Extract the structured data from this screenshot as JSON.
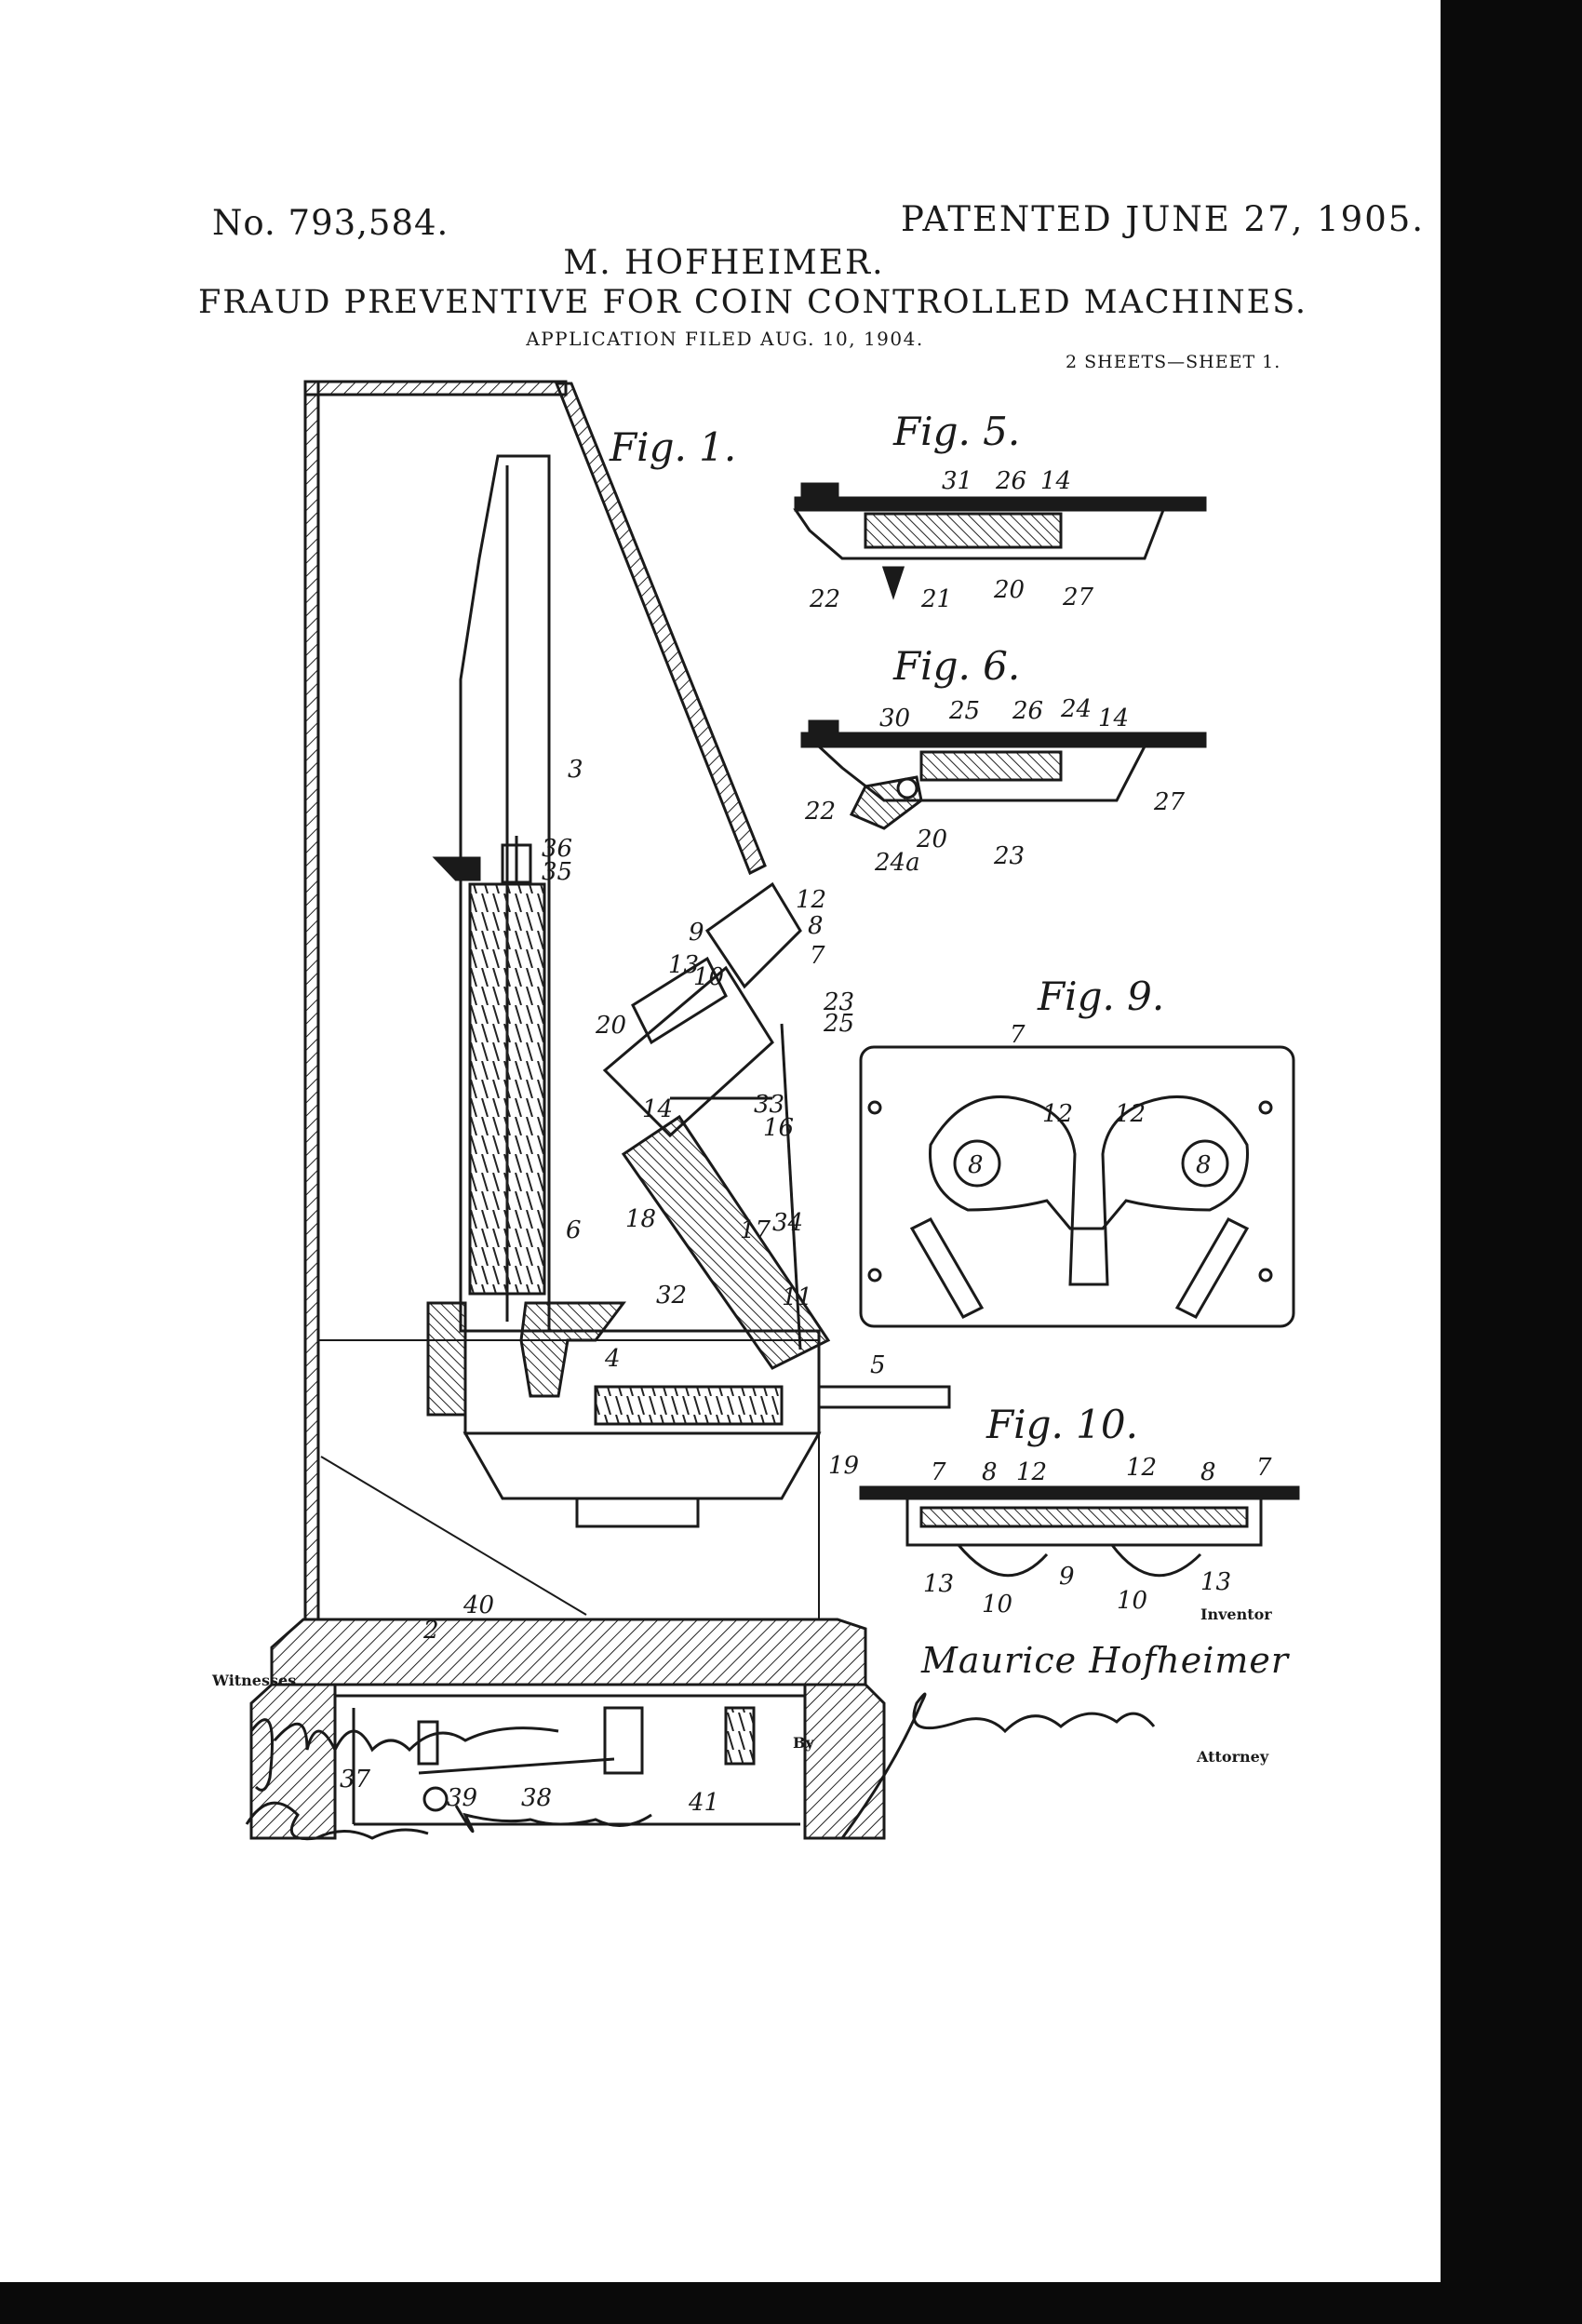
{
  "header": {
    "patent_number": "No. 793,584.",
    "patent_date": "PATENTED JUNE 27, 1905.",
    "inventor": "M. HOFHEIMER.",
    "title": "FRAUD PREVENTIVE FOR COIN CONTROLLED MACHINES.",
    "application": "APPLICATION FILED AUG. 10, 1904.",
    "sheets": "2 SHEETS—SHEET 1."
  },
  "figures": {
    "fig1": "Fig. 1.",
    "fig5": "Fig. 5.",
    "fig6": "Fig. 6.",
    "fig9": "Fig. 9.",
    "fig10": "Fig. 10."
  },
  "reference_numerals": {
    "fig1": [
      "3",
      "36",
      "35",
      "12",
      "9",
      "8",
      "13",
      "10",
      "7",
      "23",
      "25",
      "20",
      "14",
      "33",
      "16",
      "34",
      "18",
      "17",
      "6",
      "32",
      "11",
      "4",
      "5",
      "19",
      "2",
      "40",
      "37",
      "39",
      "38",
      "41"
    ],
    "fig5": [
      "31",
      "26",
      "14",
      "22",
      "21",
      "20",
      "27"
    ],
    "fig6": [
      "30",
      "25",
      "26",
      "24",
      "14",
      "22",
      "27",
      "20",
      "24a",
      "23"
    ],
    "fig9": [
      "7",
      "12",
      "12",
      "8",
      "8"
    ],
    "fig10": [
      "7",
      "8",
      "12",
      "12",
      "8",
      "7",
      "13",
      "10",
      "9",
      "10",
      "13"
    ]
  },
  "footer": {
    "inventor_label": "Inventor",
    "inventor_signature": "Maurice Hofheimer",
    "witnesses_label": "Witnesses",
    "by_label": "By",
    "attorney_label": "Attorney"
  }
}
